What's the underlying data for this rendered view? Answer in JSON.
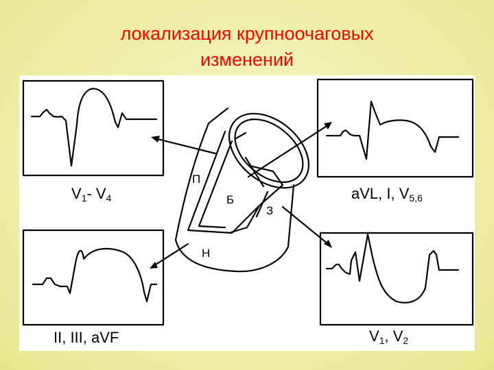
{
  "title": {
    "line1": "локализация крупноочаговых",
    "line2": "изменений"
  },
  "leads": {
    "anterior": {
      "base": "V",
      "sub1": "1",
      "mid": "- V",
      "sub2": "4"
    },
    "lateral": {
      "base": "aVL, I, V",
      "sub": "5,6"
    },
    "inferior": {
      "text": "II, III, aVF"
    },
    "posterior": {
      "a": "V",
      "sub1": "1",
      "comma": ", V",
      "sub2": "2"
    }
  },
  "heart_labels": {
    "front": "П",
    "septum": "Б",
    "back": "З",
    "bottom": "Н"
  }
}
